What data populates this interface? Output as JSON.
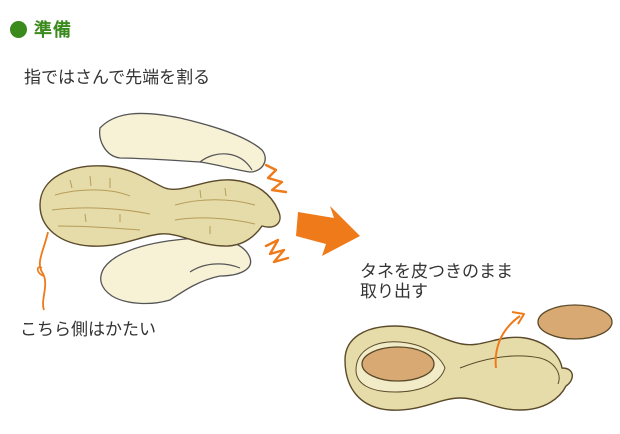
{
  "header": {
    "title": "準備",
    "bullet_color": "#3a8a1c"
  },
  "steps": {
    "instruction": "指ではさんで先端を割る",
    "hard_side": "こちら側はかたい",
    "remove_line1": "タネを皮つきのまま",
    "remove_line2": "取り出す"
  },
  "colors": {
    "arrow": "#ee7a1a",
    "shell": "#e6dcaa",
    "seed": "#d9a973",
    "finger": "#f7f1d6"
  },
  "icons": [
    "bullet-dot-icon",
    "right-arrow-icon",
    "curved-arrow-icon"
  ]
}
